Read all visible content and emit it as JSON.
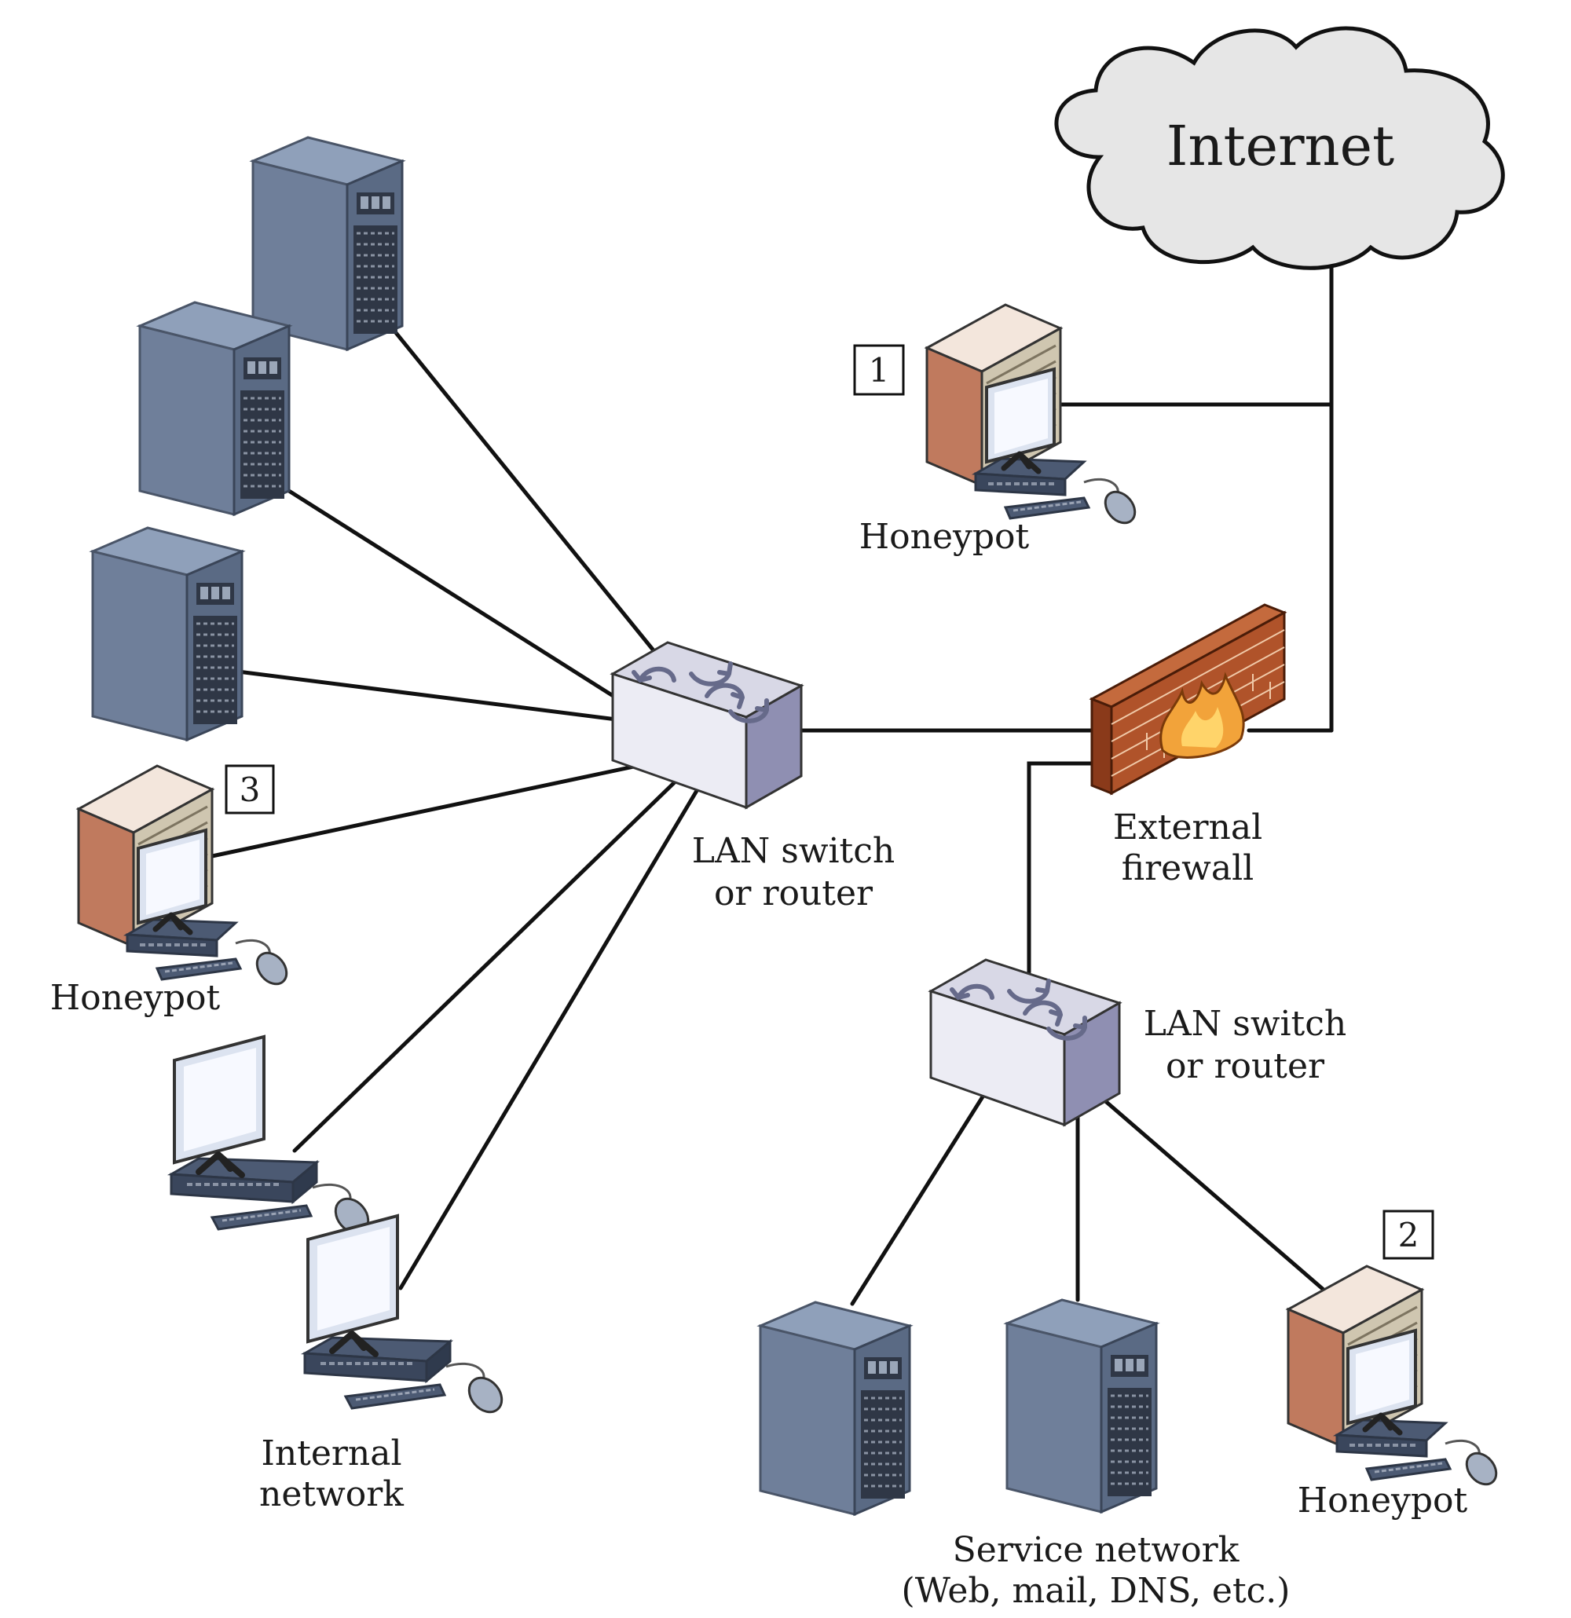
{
  "cloud": {
    "label": "Internet"
  },
  "firewall": {
    "label_lines": [
      "External",
      "firewall"
    ]
  },
  "switches": {
    "internal": {
      "label_lines": [
        "LAN switch",
        "or router"
      ]
    },
    "service": {
      "label_lines": [
        "LAN switch",
        "or router"
      ]
    }
  },
  "honeypots": [
    {
      "number": "1",
      "label": "Honeypot"
    },
    {
      "number": "2",
      "label": "Honeypot"
    },
    {
      "number": "3",
      "label": "Honeypot"
    }
  ],
  "groups": {
    "internal_network": {
      "label_lines": [
        "Internal",
        "network"
      ]
    },
    "service_network": {
      "label_lines": [
        "Service network",
        "(Web, mail, DNS, etc.)"
      ]
    }
  },
  "colors": {
    "server": "#6f7f9a",
    "switch_front": "#e9e9f2",
    "switch_side": "#8f8fb2",
    "brick": "#b0532a",
    "cloud": "#e6e6e6"
  }
}
